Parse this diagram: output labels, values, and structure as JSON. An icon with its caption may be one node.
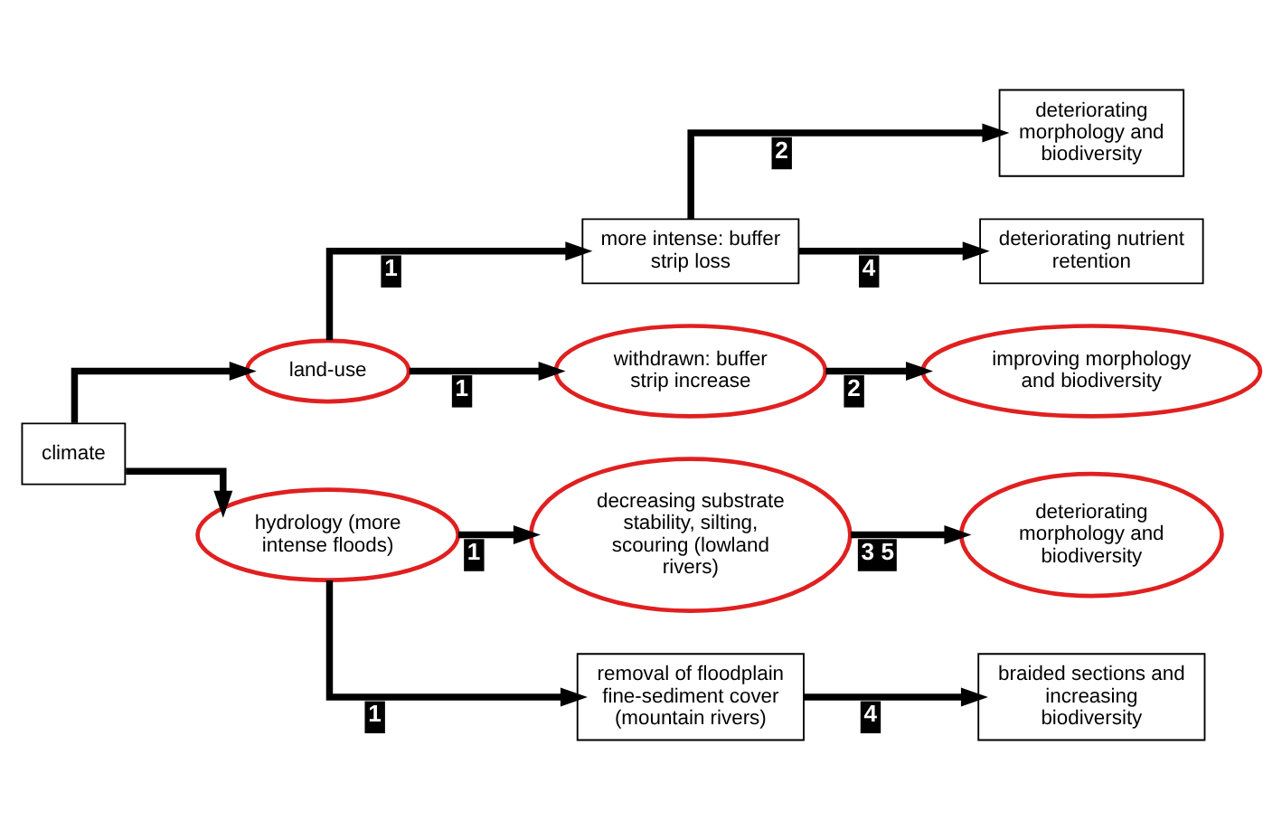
{
  "diagram": {
    "nodes": [
      {
        "text": [
          "climate"
        ]
      },
      {
        "text": [
          "land-use"
        ]
      },
      {
        "text": [
          "hydrology (more intense floods)"
        ]
      },
      {
        "text": [
          "more intense: buffer strip loss"
        ]
      },
      {
        "text": [
          "withdrawn: buffer strip increase"
        ]
      },
      {
        "text": [
          "decreasing substrate stability, silting, scouring (lowland rivers)"
        ]
      },
      {
        "text": [
          "removal of floodplain fine-sediment cover (mountain rivers)"
        ]
      },
      {
        "text": [
          "deteriorating morphology and biodiversity"
        ]
      },
      {
        "text": [
          "deteriorating nutrient retention"
        ]
      },
      {
        "text": [
          "improving morphology and biodiversity"
        ]
      },
      {
        "text": [
          "deteriorating morphology and biodiversity"
        ]
      },
      {
        "text": [
          "braided sections and increasing biodiversity"
        ]
      }
    ],
    "edges": [
      {
        "from": 0,
        "to": 1,
        "arrow": "to"
      },
      {
        "from": 0,
        "to": 2,
        "arrow": "to"
      },
      {
        "from": 1,
        "to": 3,
        "arrow": "to",
        "label": "1"
      },
      {
        "from": 1,
        "to": 4,
        "arrow": "to",
        "label": "1"
      },
      {
        "from": 3,
        "to": 7,
        "arrow": "to",
        "label": "2"
      },
      {
        "from": 3,
        "to": 8,
        "arrow": "to",
        "label": "4"
      },
      {
        "from": 4,
        "to": 9,
        "arrow": "to",
        "label": "2"
      },
      {
        "from": 2,
        "to": 5,
        "arrow": "to",
        "label": "1"
      },
      {
        "from": 2,
        "to": 6,
        "arrow": "to",
        "label": "1"
      },
      {
        "from": 5,
        "to": 10,
        "arrow": "to",
        "label": "3 5"
      },
      {
        "from": 6,
        "to": 11,
        "arrow": "to",
        "label": "4"
      }
    ]
  }
}
